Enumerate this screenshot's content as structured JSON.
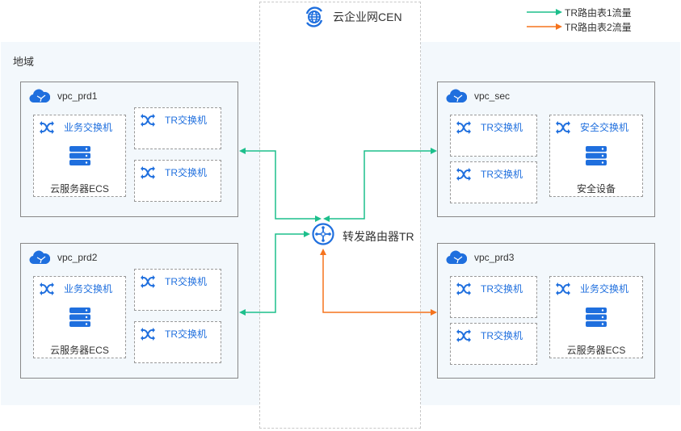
{
  "legend": {
    "items": [
      {
        "label": "TR路由表1流量",
        "color": "#1dbf8c"
      },
      {
        "label": "TR路由表2流量",
        "color": "#f5731d"
      }
    ]
  },
  "cen": {
    "title": "云企业网CEN",
    "icon": "globe-icon"
  },
  "region": {
    "label": "地域"
  },
  "router": {
    "label": "转发路由器TR",
    "icon": "router-icon"
  },
  "colors": {
    "accent": "#1f6fde",
    "route1": "#1dbf8c",
    "route2": "#f5731d",
    "region_bg": "#f3f8fc"
  },
  "vpcs": [
    {
      "name": "vpc_prd1",
      "left": {
        "switch": "业务交换机",
        "caption": "云服务器ECS"
      },
      "right": [
        "TR交换机",
        "TR交换机"
      ]
    },
    {
      "name": "vpc_prd2",
      "left": {
        "switch": "业务交换机",
        "caption": "云服务器ECS"
      },
      "right": [
        "TR交换机",
        "TR交换机"
      ]
    },
    {
      "name": "vpc_sec",
      "left": [
        "TR交换机",
        "TR交换机"
      ],
      "right": {
        "switch": "安全交换机",
        "caption": "安全设备"
      }
    },
    {
      "name": "vpc_prd3",
      "left": [
        "TR交换机",
        "TR交换机"
      ],
      "right": {
        "switch": "业务交换机",
        "caption": "云服务器ECS"
      }
    }
  ]
}
